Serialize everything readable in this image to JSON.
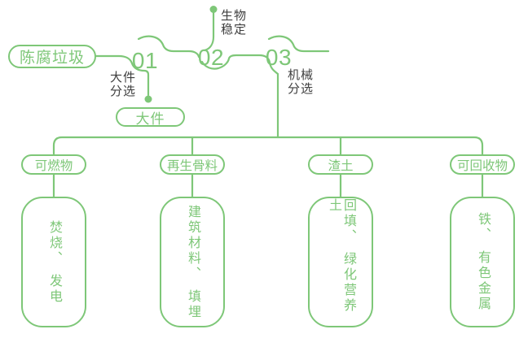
{
  "palette": {
    "green": "#7ec778",
    "label_text": "#3e3e3e"
  },
  "flow": {
    "source_label": "陈腐垃圾",
    "steps": [
      {
        "number": "01",
        "process_label": "大件\n分选",
        "output_label": "大件"
      },
      {
        "number": "02",
        "process_label": "生物\n稳定"
      },
      {
        "number": "03",
        "process_label": "机械\n分选"
      }
    ]
  },
  "branches": [
    {
      "category": "可燃物",
      "result": [
        "焚烧、",
        "发电"
      ]
    },
    {
      "category": "再生骨料",
      "result": [
        "建筑材料、",
        "填埋"
      ]
    },
    {
      "category": "渣土",
      "result": [
        "回填、",
        "绿化营养土"
      ]
    },
    {
      "category": "可回收物",
      "result": [
        "铁、",
        "有色金属"
      ]
    }
  ]
}
